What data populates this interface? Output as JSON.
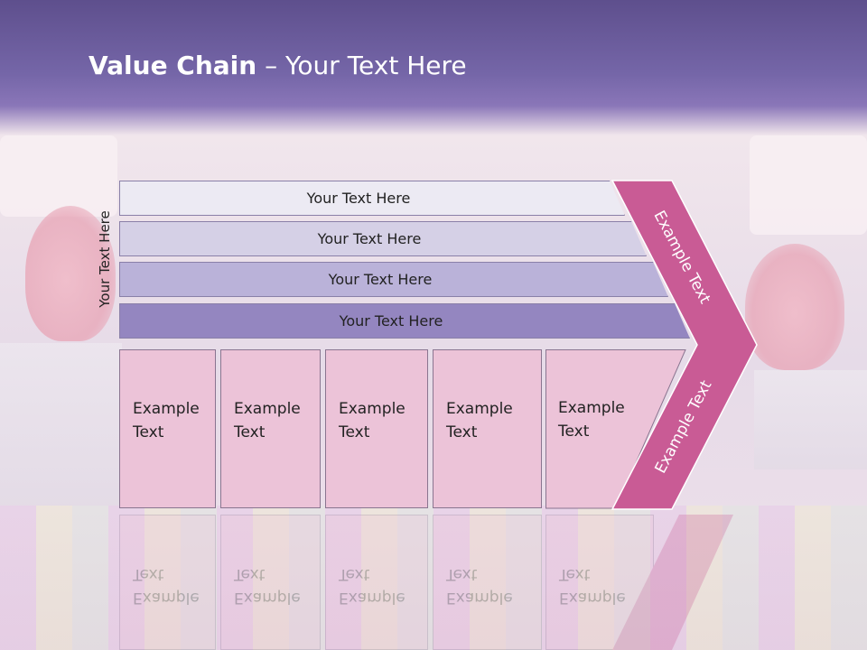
{
  "title": {
    "bold": "Value Chain",
    "rest": " – Your Text Here"
  },
  "vertical_label": "Your Text Here",
  "bars": [
    {
      "label": "Your Text Here"
    },
    {
      "label": "Your Text Here"
    },
    {
      "label": "Your Text Here"
    },
    {
      "label": "Your Text Here"
    }
  ],
  "boxes": [
    {
      "line1": "Example",
      "line2": "Text"
    },
    {
      "line1": "Example",
      "line2": "Text"
    },
    {
      "line1": "Example",
      "line2": "Text"
    },
    {
      "line1": "Example",
      "line2": "Text"
    },
    {
      "line1": "Example",
      "line2": "Text"
    }
  ],
  "arrow": {
    "upper_label": "Example Text",
    "lower_label": "Example Text"
  },
  "colors": {
    "header": "#7566a8",
    "arrow": "#c95b95",
    "box": "#ecc3d8"
  }
}
